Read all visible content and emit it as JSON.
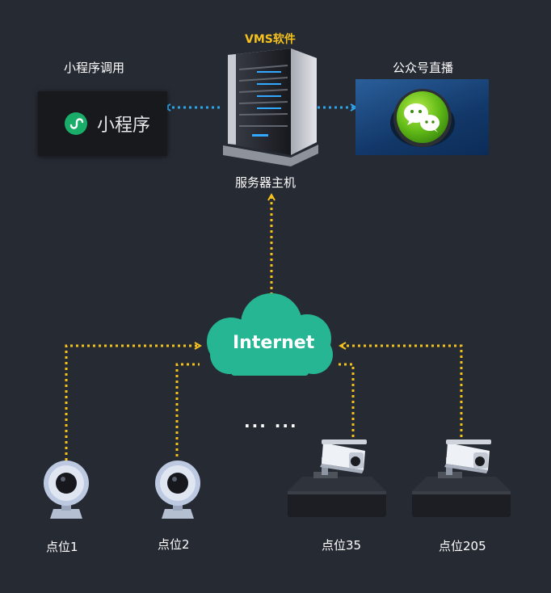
{
  "server": {
    "software_label": "VMS软件",
    "host_label": "服务器主机"
  },
  "miniprogram": {
    "title": "小程序调用",
    "logo_text": "小程序"
  },
  "wechat": {
    "title": "公众号直播"
  },
  "cloud": {
    "label": "Internet"
  },
  "ellipsis": "... ...",
  "endpoints": [
    {
      "label": "点位1",
      "device": "webcam"
    },
    {
      "label": "点位2",
      "device": "webcam"
    },
    {
      "label": "点位35",
      "device": "nvr-camera"
    },
    {
      "label": "点位205",
      "device": "nvr-camera"
    }
  ],
  "colors": {
    "background": "#262a33",
    "server_link": "#2ea4e8",
    "network_link": "#f5c21b",
    "cloud": "#27b694",
    "title_accent": "#f5c21b"
  }
}
